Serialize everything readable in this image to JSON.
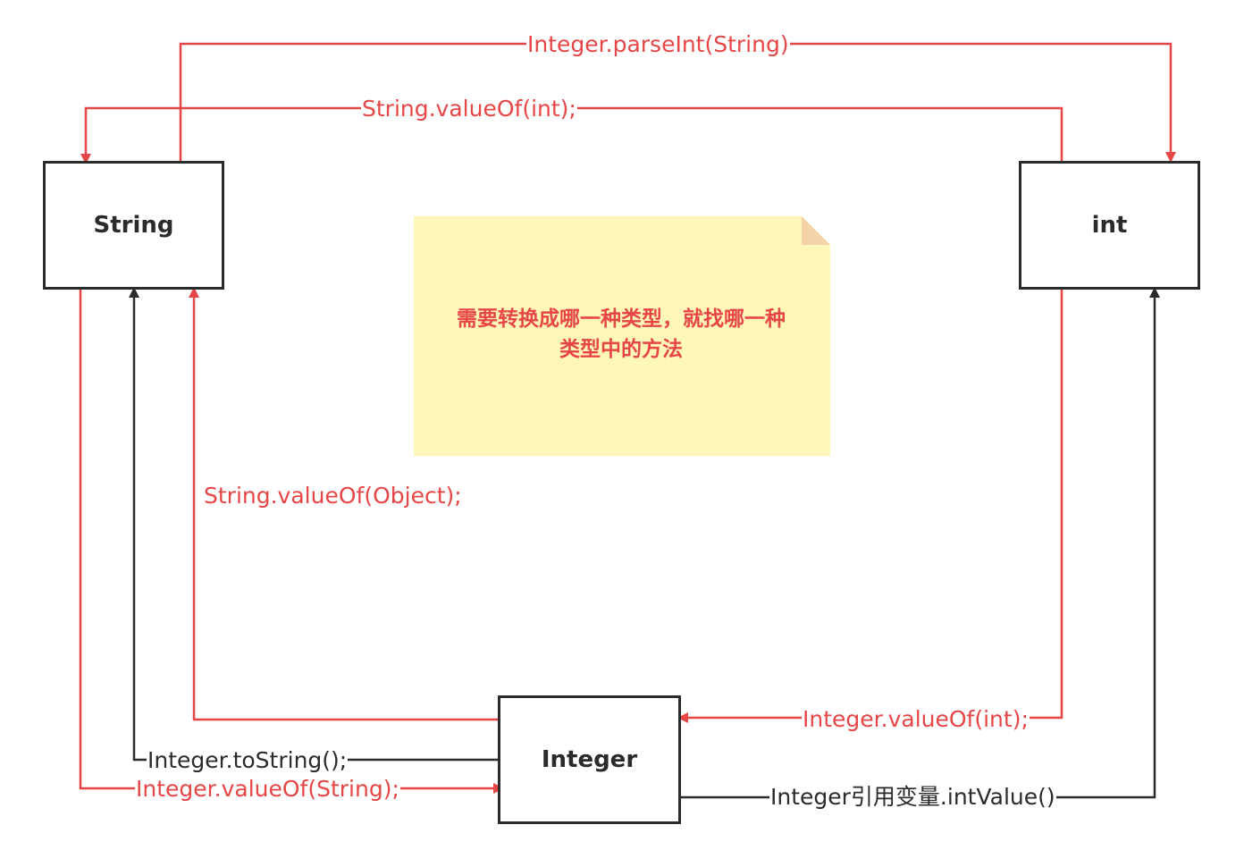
{
  "nodes": {
    "string": "String",
    "int": "int",
    "integer": "Integer"
  },
  "note": {
    "line1": "需要转换成哪一种类型，就找哪一种",
    "line2": "类型中的方法"
  },
  "edges": {
    "parse_int": "Integer.parseInt(String)",
    "string_value_of_int": "String.valueOf(int);",
    "string_value_of_object": "String.valueOf(Object);",
    "integer_value_of_int": "Integer.valueOf(int);",
    "integer_to_string": "Integer.toString();",
    "integer_value_of_string": "Integer.valueOf(String);",
    "int_value": "Integer引用变量.intValue()"
  },
  "colors": {
    "red": "#e64646",
    "dark": "#2b2b2b",
    "note_fill": "#fff7b8",
    "note_fold": "#f2d2a6"
  }
}
